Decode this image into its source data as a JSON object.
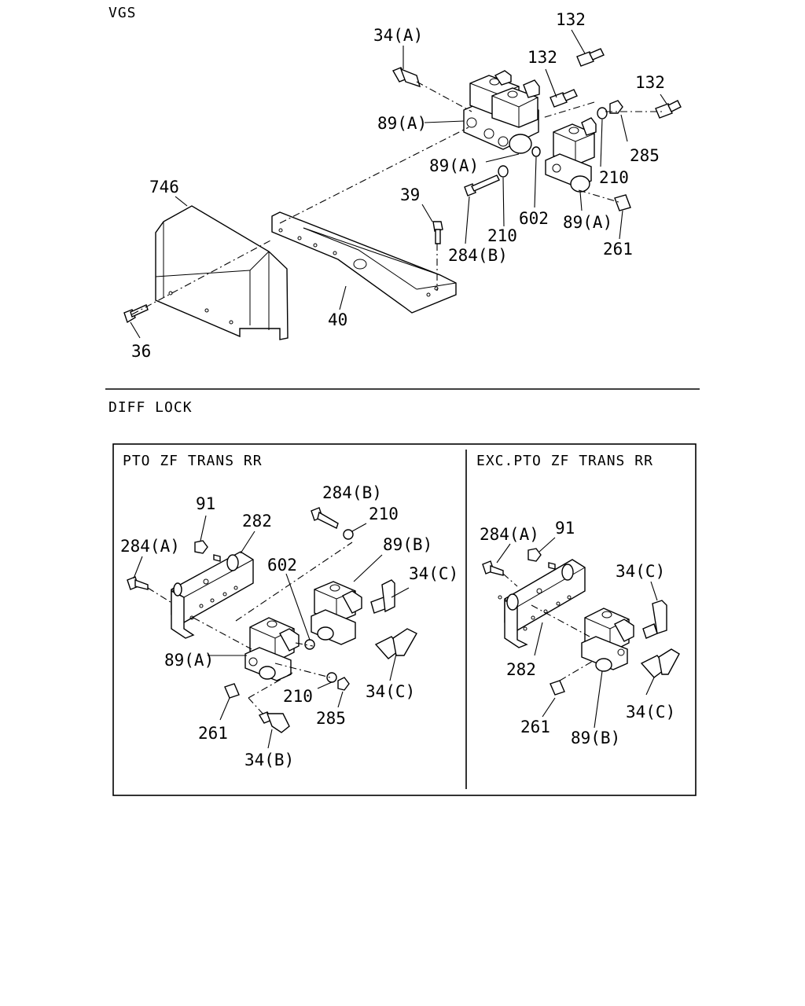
{
  "sections": {
    "vgs": "VGS",
    "diff_lock": "DIFF LOCK",
    "pto": "PTO ZF TRANS RR",
    "exc_pto": "EXC.PTO ZF TRANS RR"
  },
  "vgs_labels": {
    "l132a": "132",
    "l34a": "34(A)",
    "l132b": "132",
    "l132c": "132",
    "l89a1": "89(A)",
    "l285": "285",
    "l89a2": "89(A)",
    "l210a": "210",
    "l746": "746",
    "l39": "39",
    "l602": "602",
    "l89a3": "89(A)",
    "l210b": "210",
    "l284b": "284(B)",
    "l261": "261",
    "l40": "40",
    "l36": "36"
  },
  "pto_labels": {
    "l284b": "284(B)",
    "l91": "91",
    "l210a": "210",
    "l282": "282",
    "l284a": "284(A)",
    "l89b": "89(B)",
    "l602": "602",
    "l34c1": "34(C)",
    "l89a": "89(A)",
    "l34c2": "34(C)",
    "l210b": "210",
    "l285": "285",
    "l261": "261",
    "l34b": "34(B)"
  },
  "exc_labels": {
    "l284a": "284(A)",
    "l91": "91",
    "l34c1": "34(C)",
    "l282": "282",
    "l261": "261",
    "l34c2": "34(C)",
    "l89b": "89(B)"
  }
}
